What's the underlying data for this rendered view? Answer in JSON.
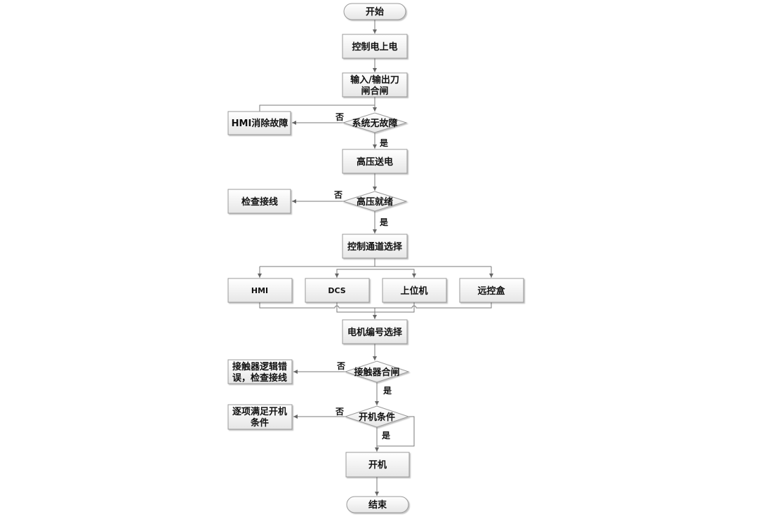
{
  "nodes": {
    "start": "开始",
    "control_power": "控制电上电",
    "io_switch_line1": "输入/输出刀",
    "io_switch_line2": "闸合闸",
    "no_fault": "系统无故障",
    "hmi_clear": "HMI消除故障",
    "hv_send": "高压送电",
    "hv_ready": "高压就绪",
    "check_wiring": "检查接线",
    "channel_select": "控制通道选择",
    "ch_hmi": "HMI",
    "ch_dcs": "DCS",
    "ch_host": "上位机",
    "ch_remote": "远控盒",
    "motor_select": "电机编号选择",
    "contactor_closed": "接触器合闸",
    "contactor_err_line1": "接触器逻辑错",
    "contactor_err_line2": "误，检查接线",
    "start_cond": "开机条件",
    "meet_cond_line1": "逐项满足开机",
    "meet_cond_line2": "条件",
    "power_on": "开机",
    "end": "结束"
  },
  "labels": {
    "yes": "是",
    "no": "否"
  }
}
